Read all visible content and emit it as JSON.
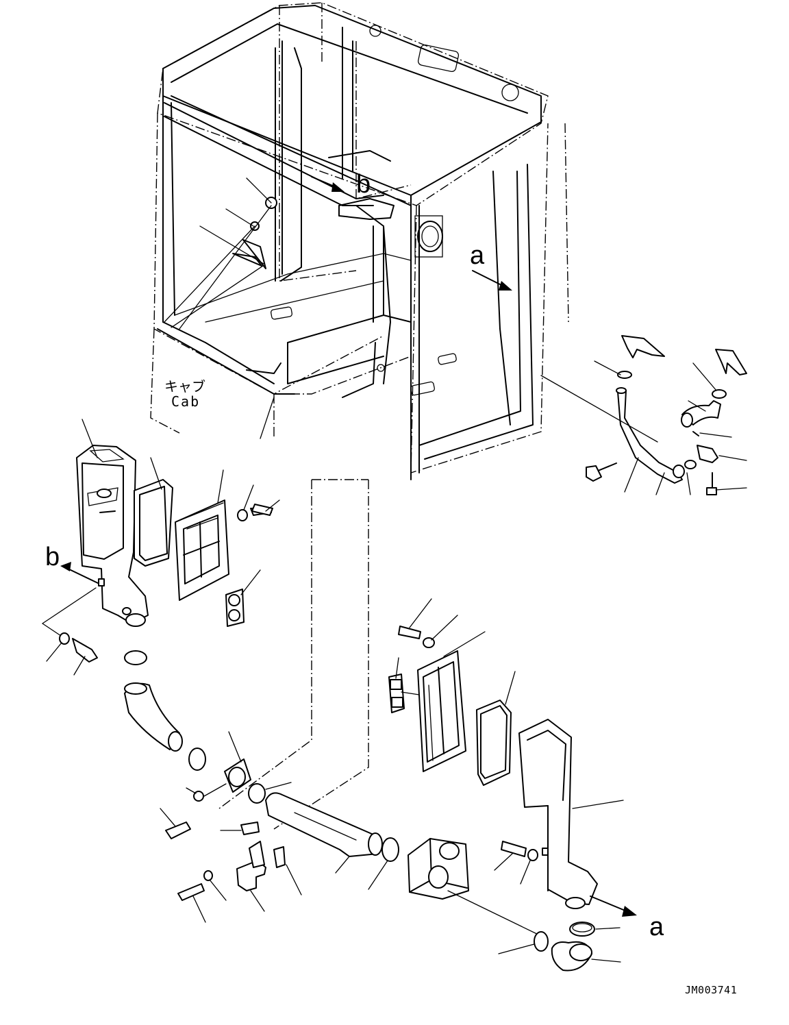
{
  "cab_label": {
    "jp": "キャブ",
    "en": "Cab"
  },
  "references": {
    "a_top": "a",
    "a_bottom": "a",
    "b_top": "b",
    "b_left": "b"
  },
  "drawing_number": "JM003741"
}
